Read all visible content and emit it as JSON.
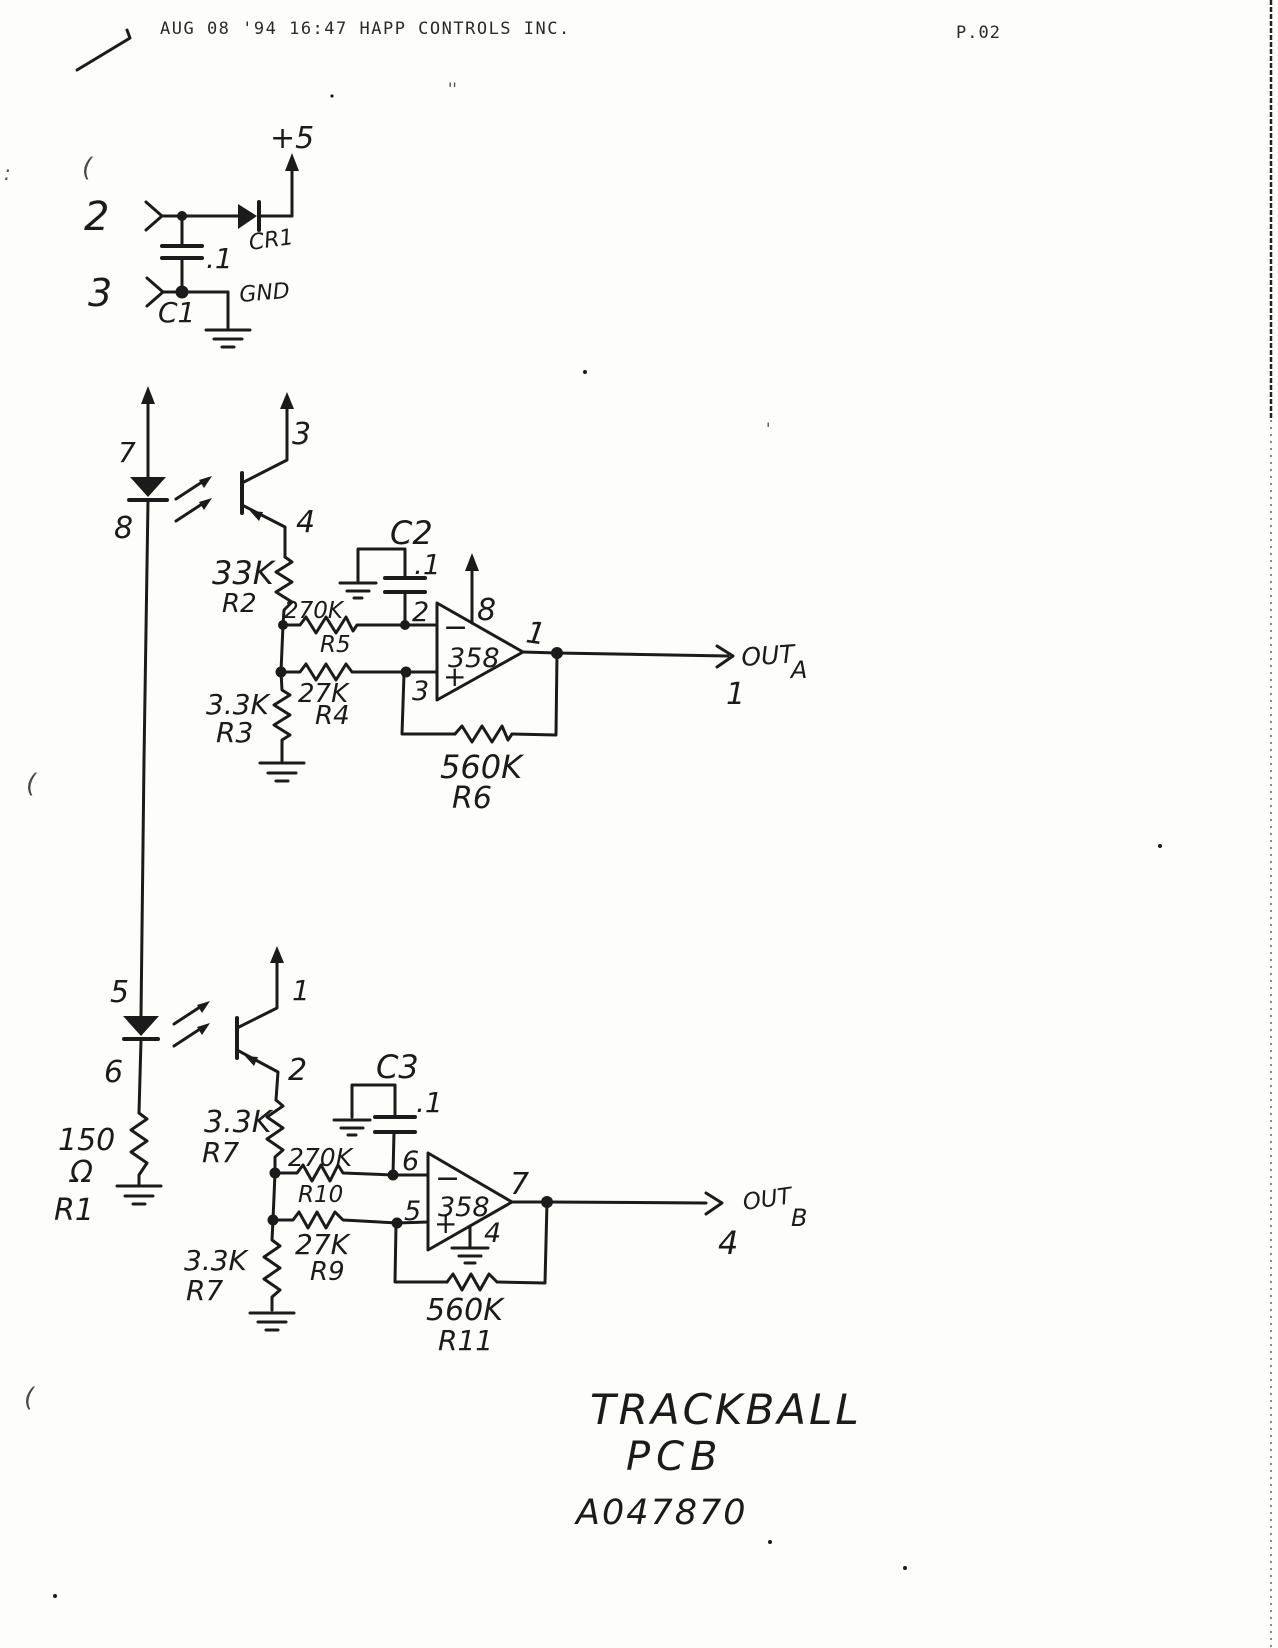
{
  "meta": {
    "ink_color": "#1b1b1b",
    "paper_color": "#fdfdfb"
  },
  "header": {
    "fax_line": "AUG 08 '94  16:47   HAPP CONTROLS INC.",
    "page_number": "P.02"
  },
  "power_input": {
    "pin_2": "2",
    "pin_3": "3",
    "rail_label": "+5",
    "gnd_label": "GND",
    "diode_ref": "CR1",
    "cap_ref": "C1",
    "cap_value": ".1"
  },
  "channel_a": {
    "led_anode_pin": "7",
    "led_cathode_pin": "8",
    "collector_pin": "3",
    "emitter_pin": "4",
    "r2_value": "33K",
    "r2_ref": "R2",
    "r5_value": "270K",
    "r5_ref": "R5",
    "r4_value": "27K",
    "r4_ref": "R4",
    "r3_value": "3.3K",
    "r3_ref": "R3",
    "cap_ref": "C2",
    "cap_value": ".1",
    "opamp_part": "358",
    "inv_sign": "−",
    "noninv_sign": "+",
    "inv_pin": "2",
    "noninv_pin": "3",
    "vcc_pin": "8",
    "out_pin": "1",
    "r6_value": "560K",
    "r6_ref": "R6",
    "out_label": "OUT",
    "out_sub": "A",
    "out_number": "1"
  },
  "channel_b": {
    "led_anode_pin": "5",
    "led_cathode_pin": "6",
    "r1_value": "150",
    "r1_unit": "Ω",
    "r1_ref": "R1",
    "collector_pin": "1",
    "emitter_pin": "2",
    "r7_value": "3.3K",
    "r7_ref": "R7",
    "r10_value": "270K",
    "r10_ref": "R10",
    "r9_value": "27K",
    "r9_ref": "R9",
    "r8_value": "3.3K",
    "r8_ref": "R7",
    "cap_ref": "C3",
    "cap_value": ".1",
    "opamp_part": "358",
    "inv_sign": "−",
    "noninv_sign": "+",
    "inv_pin": "6",
    "noninv_pin": "5",
    "gnd_pin": "4",
    "out_pin": "7",
    "r11_value": "560K",
    "r11_ref": "R11",
    "out_label": "OUT",
    "out_sub": "B",
    "out_number": "4"
  },
  "footer": {
    "title_line1": "TRACKBALL",
    "title_line2": "PCB",
    "part_number": "A047870"
  },
  "artifacts": {
    "paren_top": "(",
    "colon_top": ":",
    "paren_mid": "(",
    "paren_bottom": "(",
    "quote_top": "''",
    "quote_mid": "'"
  }
}
